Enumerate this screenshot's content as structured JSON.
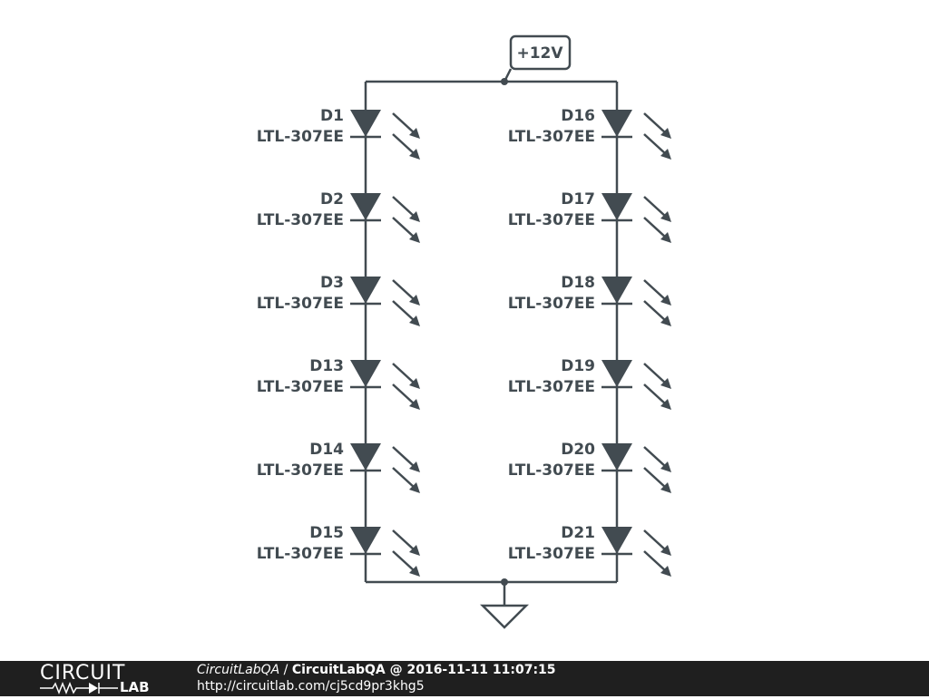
{
  "schematic": {
    "supply_label": "+12V",
    "ground": "ground-symbol",
    "left_column": [
      {
        "ref": "D1",
        "part": "LTL-307EE"
      },
      {
        "ref": "D2",
        "part": "LTL-307EE"
      },
      {
        "ref": "D3",
        "part": "LTL-307EE"
      },
      {
        "ref": "D13",
        "part": "LTL-307EE"
      },
      {
        "ref": "D14",
        "part": "LTL-307EE"
      },
      {
        "ref": "D15",
        "part": "LTL-307EE"
      }
    ],
    "right_column": [
      {
        "ref": "D16",
        "part": "LTL-307EE"
      },
      {
        "ref": "D17",
        "part": "LTL-307EE"
      },
      {
        "ref": "D18",
        "part": "LTL-307EE"
      },
      {
        "ref": "D19",
        "part": "LTL-307EE"
      },
      {
        "ref": "D20",
        "part": "LTL-307EE"
      },
      {
        "ref": "D21",
        "part": "LTL-307EE"
      }
    ],
    "colors": {
      "line": "#424b51",
      "background": "#ffffff"
    }
  },
  "footer": {
    "logo_top": "CIRCUIT",
    "logo_bottom": "LAB",
    "user": "CircuitLabQA",
    "separator": " / ",
    "title": "CircuitLabQA @ 2016-11-11 11:07:15",
    "url": "http://circuitlab.com/cj5cd9pr3khg5",
    "colors": {
      "bar": "#1f1f1f",
      "text": "#ffffff"
    }
  }
}
